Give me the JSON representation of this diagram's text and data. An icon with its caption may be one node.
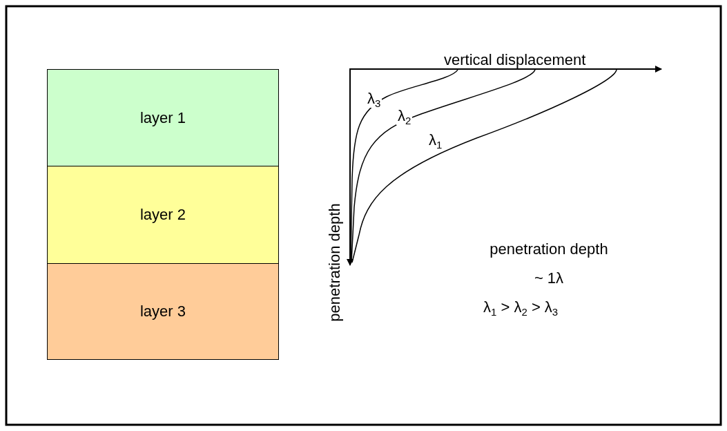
{
  "diagram": {
    "nodes": [
      {
        "text": [
          "layer 1"
        ]
      },
      {
        "text": [
          "layer 2"
        ]
      },
      {
        "text": [
          "layer 3"
        ]
      }
    ],
    "labels": [
      "vertical displacement",
      "λ$_{3}$",
      "λ$_{2}$",
      "λ$_{1}$",
      "penetration depth",
      "penetration depth ~ 1λ",
      "λ$_{1}$ > λ$_{2}$ > λ$_{3}$"
    ]
  }
}
